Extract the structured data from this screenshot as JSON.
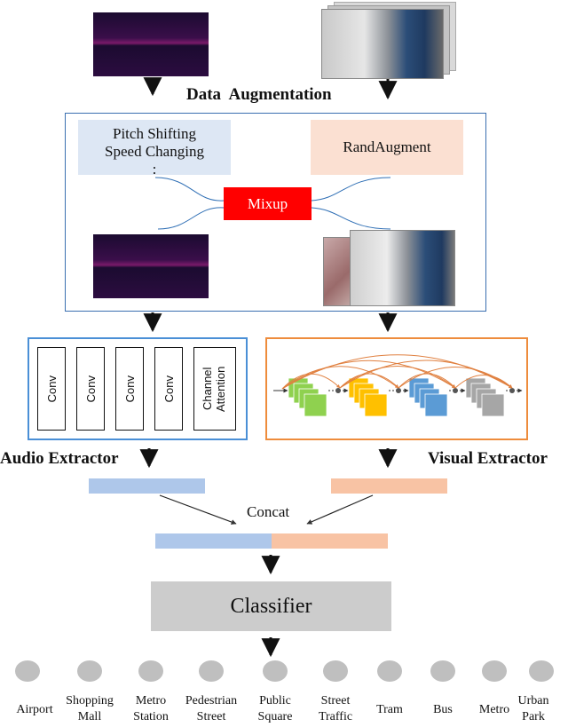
{
  "top": {
    "data_augmentation_title": "Data  Augmentation"
  },
  "augment": {
    "audio_box_lines": [
      "Pitch Shifting",
      "Speed Changing",
      ":"
    ],
    "image_box": "RandAugment",
    "mixup": "Mixup"
  },
  "audio_extractor": {
    "blocks": [
      "Conv",
      "Conv",
      "Conv",
      "Conv",
      "Channel Attention"
    ],
    "label": "Audio Extractor"
  },
  "visual_extractor": {
    "label": "Visual Extractor"
  },
  "fusion": {
    "concat": "Concat",
    "classifier": "Classifier"
  },
  "classes": [
    {
      "lines": [
        "Airport"
      ]
    },
    {
      "lines": [
        "Shopping",
        "Mall"
      ]
    },
    {
      "lines": [
        "Metro",
        "Station"
      ]
    },
    {
      "lines": [
        "Pedestrian",
        "Street"
      ]
    },
    {
      "lines": [
        "Public",
        "Square"
      ]
    },
    {
      "lines": [
        "Street",
        "Traffic"
      ]
    },
    {
      "lines": [
        "Tram"
      ]
    },
    {
      "lines": [
        "Bus"
      ]
    },
    {
      "lines": [
        "Metro"
      ]
    },
    {
      "lines": [
        "Urban",
        "Park"
      ]
    }
  ],
  "colors": {
    "audio_blue": "#aec7ea",
    "visual_orange": "#f8c3a4",
    "mixup_red": "#ff0000",
    "audio_frame": "#4a8fd6",
    "visual_frame": "#ee8c3c",
    "classifier_gray": "#cccccc",
    "class_dot": "#bfbfbf",
    "green": "#8fd14f",
    "yellow": "#ffc000",
    "blue": "#5b9bd5",
    "gray": "#a6a6a6",
    "arc": "#e08040"
  }
}
